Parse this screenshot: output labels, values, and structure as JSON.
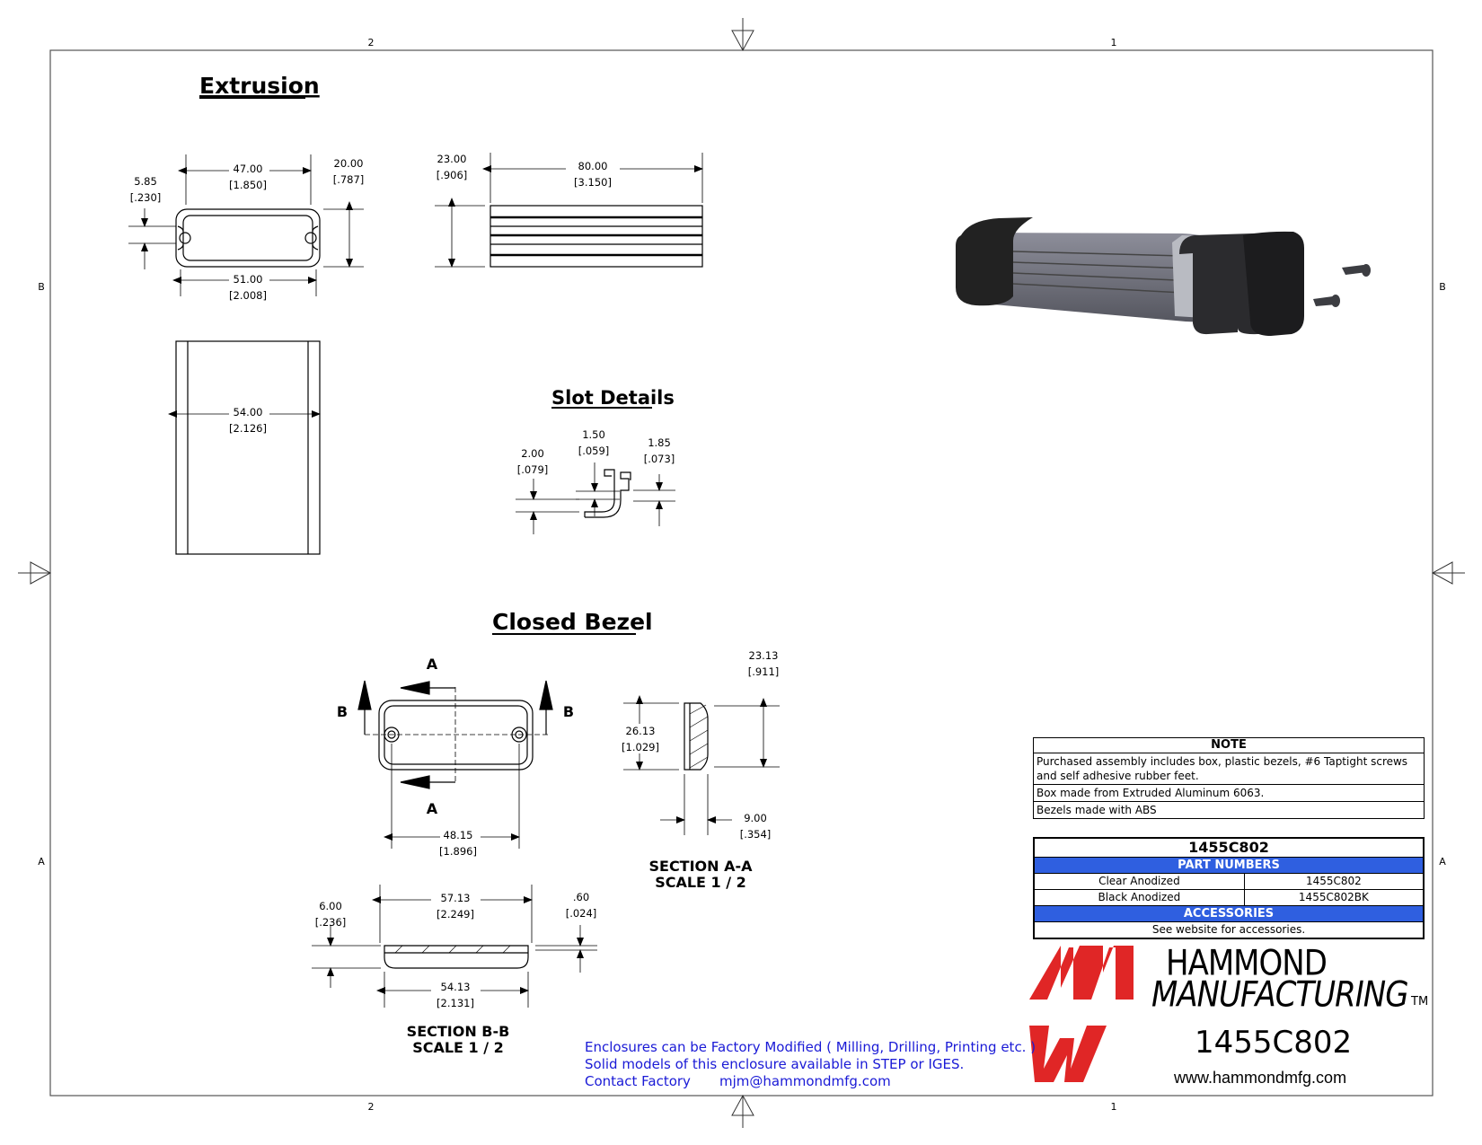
{
  "zones": {
    "top": [
      "2",
      "1"
    ],
    "bottom": [
      "2",
      "1"
    ],
    "left": [
      "B",
      "A"
    ],
    "right": [
      "B",
      "A"
    ]
  },
  "sections": {
    "extrusion": "Extrusion",
    "slot_details": "Slot Details",
    "closed_bezel": "Closed Bezel"
  },
  "dimensions": {
    "ext_w47": "47.00",
    "ext_w47_in": "[1.850]",
    "ext_h20": "20.00",
    "ext_h20_in": "[.787]",
    "ext_585": "5.85",
    "ext_585_in": "[.230]",
    "ext_w51": "51.00",
    "ext_w51_in": "[2.008]",
    "side_h23": "23.00",
    "side_h23_in": "[.906]",
    "side_l80": "80.00",
    "side_l80_in": "[3.150]",
    "bottom_54": "54.00",
    "bottom_54_in": "[2.126]",
    "slot_200": "2.00",
    "slot_200_in": "[.079]",
    "slot_150": "1.50",
    "slot_150_in": "[.059]",
    "slot_185": "1.85",
    "slot_185_in": "[.073]",
    "bez_4815": "48.15",
    "bez_4815_in": "[1.896]",
    "sa_2313": "23.13",
    "sa_2313_in": "[.911]",
    "sa_2613": "26.13",
    "sa_2613_in": "[1.029]",
    "sa_900": "9.00",
    "sa_900_in": "[.354]",
    "sb_5713": "57.13",
    "sb_5713_in": "[2.249]",
    "sb_600": "6.00",
    "sb_600_in": "[.236]",
    "sb_060": ".60",
    "sb_060_in": "[.024]",
    "sb_5413": "54.13",
    "sb_5413_in": "[2.131]"
  },
  "view_labels": {
    "a": "A",
    "b": "B"
  },
  "section_aa": [
    "SECTION  A-A",
    "SCALE 1 / 2"
  ],
  "section_bb": [
    "SECTION  B-B",
    "SCALE 1 / 2"
  ],
  "note": {
    "title": "NOTE",
    "lines": [
      "Purchased assembly includes box, plastic bezels, #6 Taptight screws and self adhesive rubber feet.",
      "Box made from Extruded Aluminum 6063.",
      "Bezels made with ABS"
    ]
  },
  "parts": {
    "title": "1455C802",
    "part_numbers_label": "PART NUMBERS",
    "rows": [
      {
        "finish": "Clear Anodized",
        "pn": "1455C802"
      },
      {
        "finish": "Black Anodized",
        "pn": "1455C802BK"
      }
    ],
    "accessories_label": "ACCESSORIES",
    "accessories_text": "See website for accessories."
  },
  "factory_note": [
    "Enclosures can be Factory Modified ( Milling, Drilling, Printing etc. )",
    "Solid models of this enclosure available in STEP or IGES.",
    "Contact Factory",
    "mjm@hammondmfg.com"
  ],
  "brand": {
    "line1": "HAMMOND",
    "line2": "MANUFACTURING",
    "tm": "TM",
    "part": "1455C802",
    "website": "www.hammondmfg.com"
  },
  "colors": {
    "logo_red": "#e02626",
    "band_blue": "#2f5fe0",
    "link_blue": "#1a1ad6"
  }
}
